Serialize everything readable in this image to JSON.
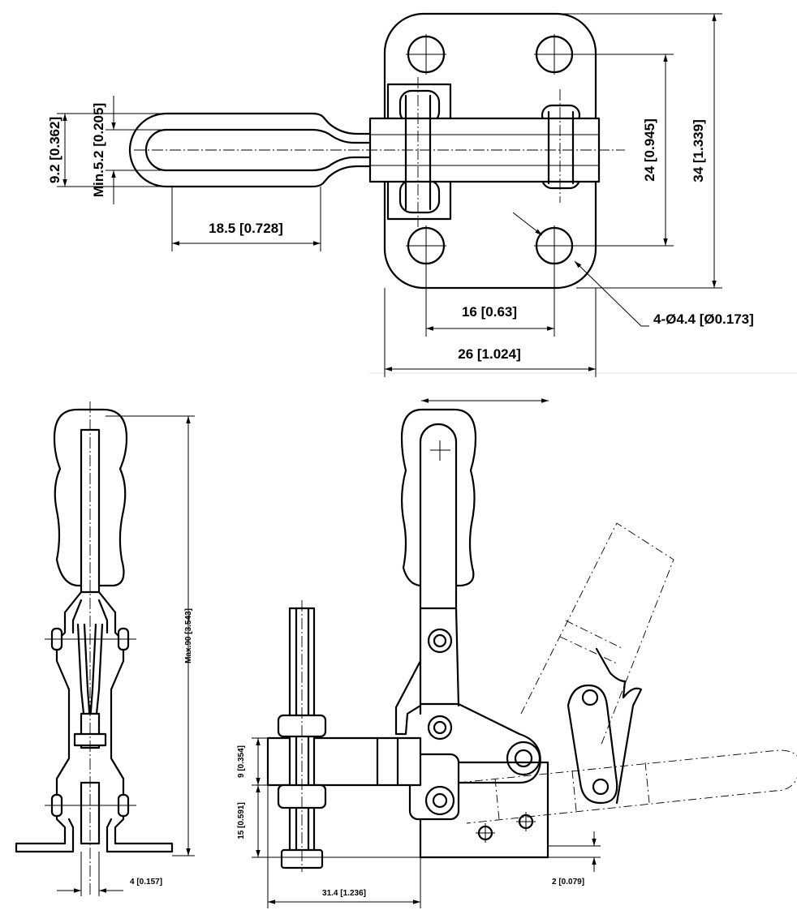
{
  "colors": {
    "ink": "#000000",
    "background": "#ffffff",
    "separator": "#e6e6e6"
  },
  "top_view": {
    "dim_handle_width": "9.2 [0.362]",
    "dim_min_opening": "Min.5.2 [0.205]",
    "dim_loop_length": "18.5 [0.728]",
    "dim_hole_spacing_y": "24 [0.945]",
    "dim_base_height": "34 [1.339]",
    "dim_hole_spacing_x": "16 [0.63]",
    "dim_base_width": "26 [1.024]",
    "dim_holes": "4-Ø4.4 [Ø0.173]"
  },
  "side_view": {
    "dim_max_height": "Max.90 [3.543]",
    "dim_thickness": "4 [0.157]",
    "dim_spindle_block": "9 [0.354]",
    "dim_spindle_height": "15 [0.591]",
    "dim_reach": "31.4 [1.236]",
    "dim_offset": "2 [0.079]"
  }
}
